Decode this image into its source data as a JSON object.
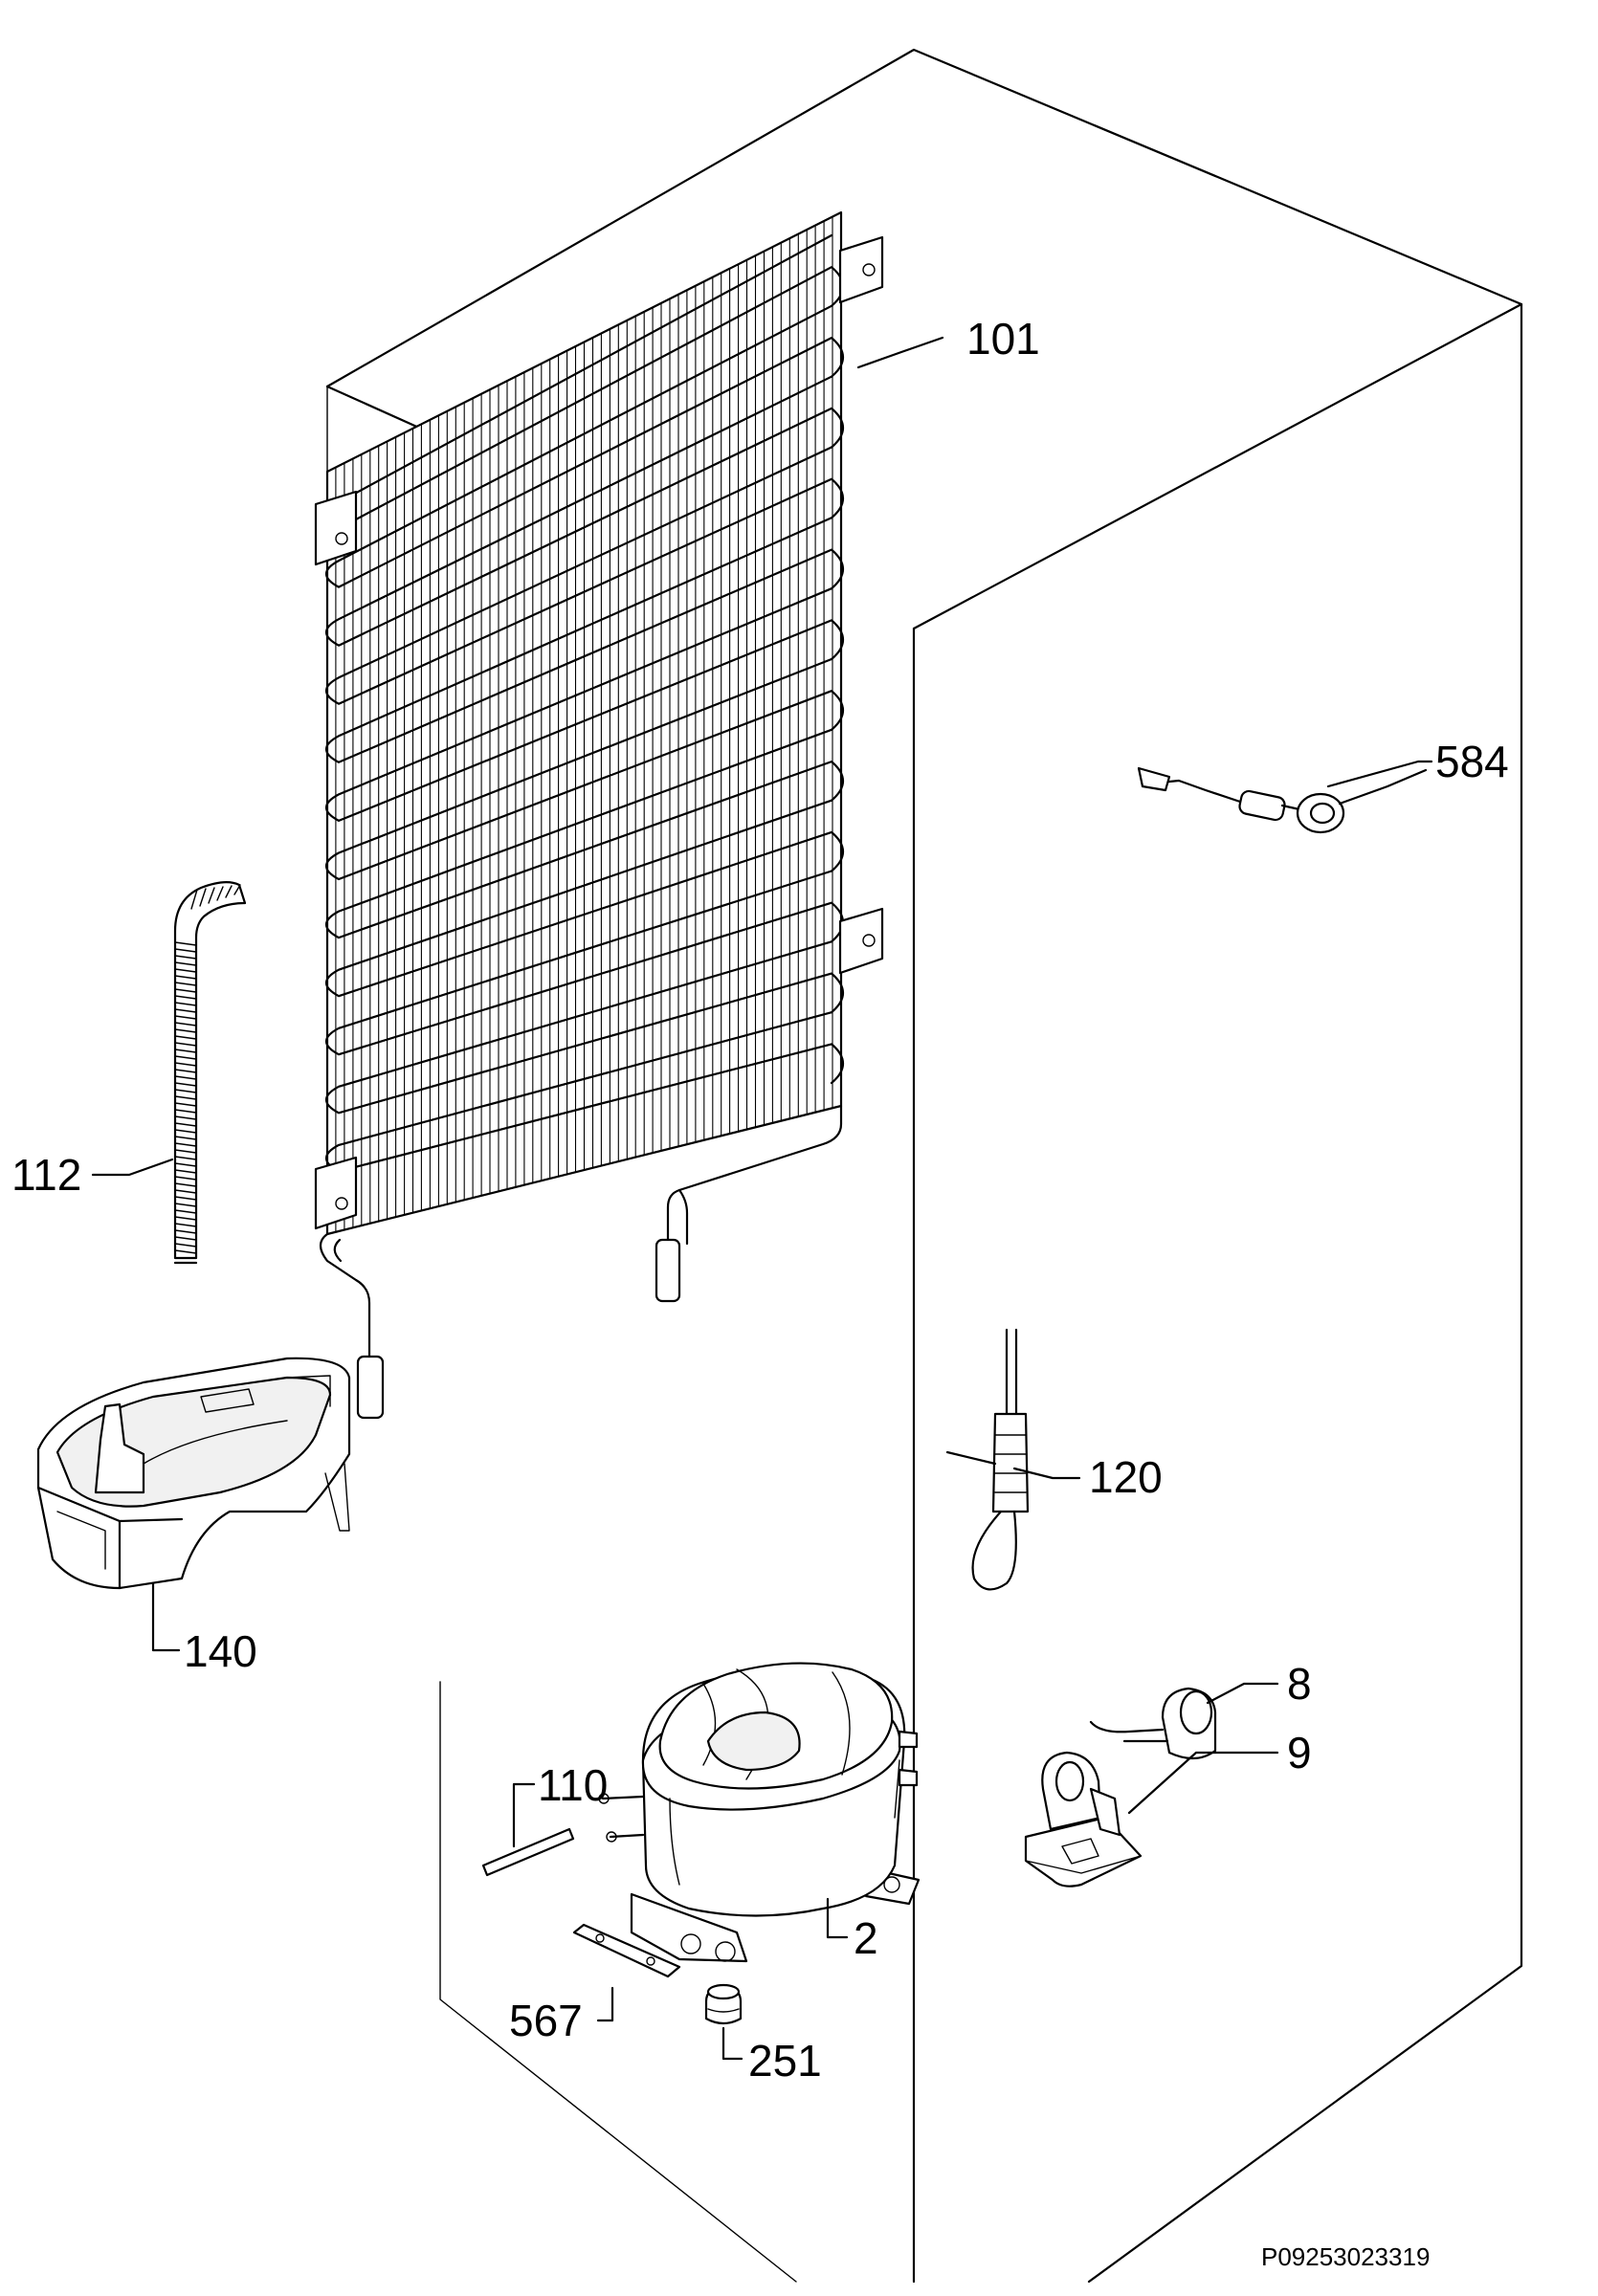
{
  "diagram": {
    "drawing_code": "P09253023319",
    "parts": [
      {
        "id": "101",
        "label": "101"
      },
      {
        "id": "584",
        "label": "584"
      },
      {
        "id": "112",
        "label": "112"
      },
      {
        "id": "120",
        "label": "120"
      },
      {
        "id": "140",
        "label": "140"
      },
      {
        "id": "8",
        "label": "8"
      },
      {
        "id": "9",
        "label": "9"
      },
      {
        "id": "110",
        "label": "110"
      },
      {
        "id": "2",
        "label": "2"
      },
      {
        "id": "567",
        "label": "567"
      },
      {
        "id": "251",
        "label": "251"
      }
    ]
  }
}
